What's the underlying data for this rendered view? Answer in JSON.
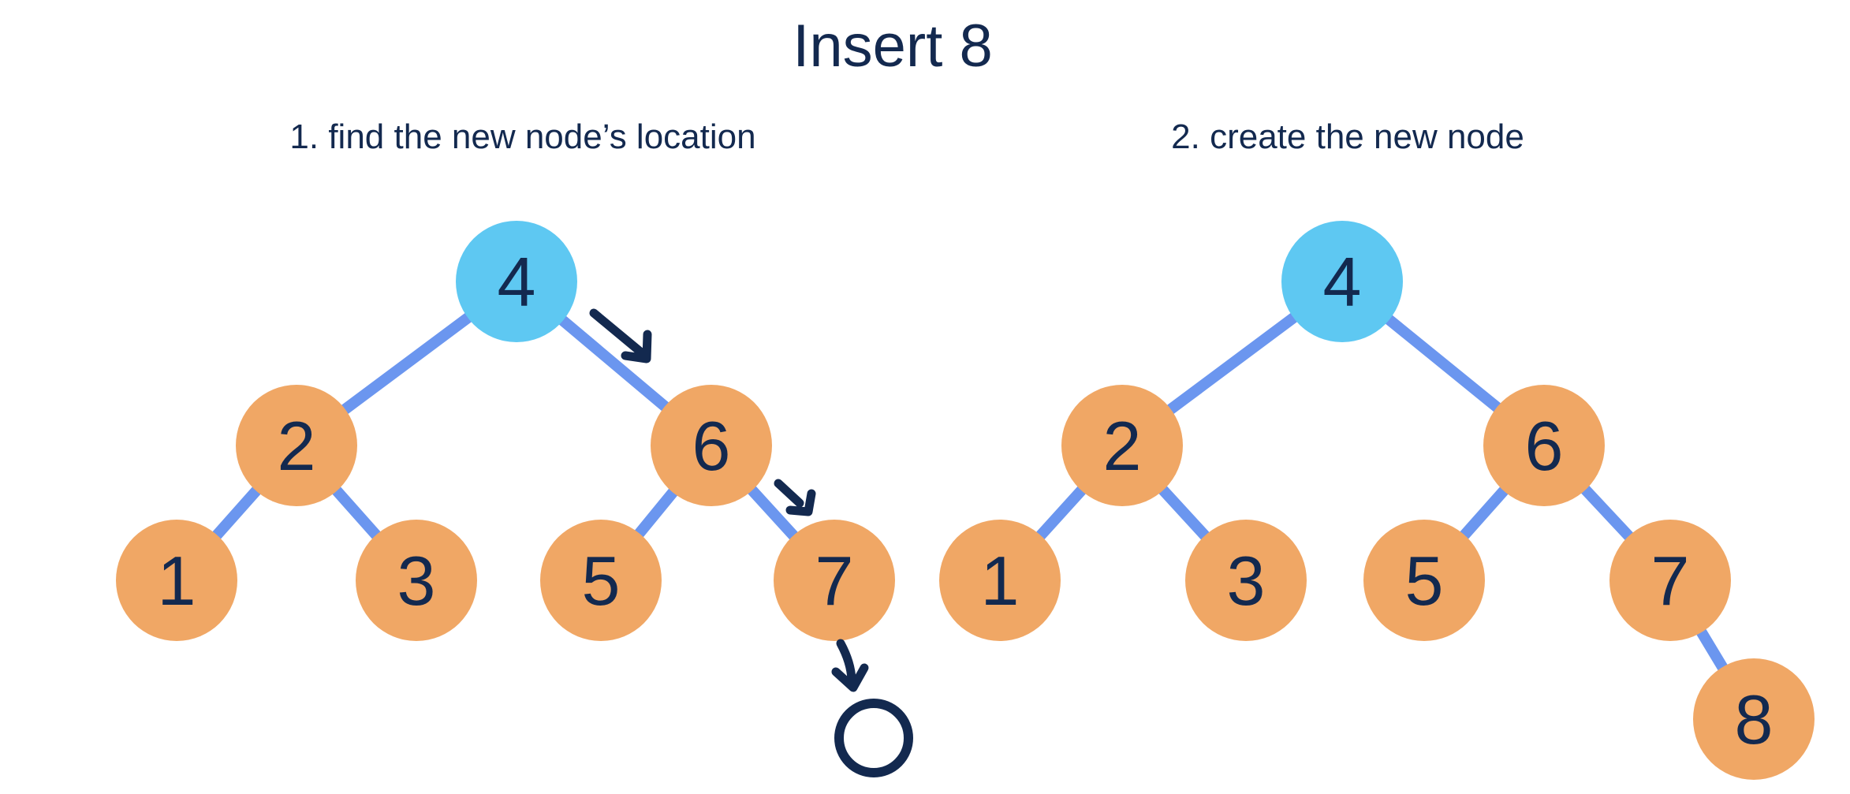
{
  "title": "Insert 8",
  "colors": {
    "background": "#ffffff",
    "ink": "#13294f",
    "node_fill": "#f0a765",
    "node_highlight_fill": "#5ec8f2",
    "edge": "#6b96ef"
  },
  "step1": {
    "label": "1. find the new node’s location",
    "tree": {
      "nodes": {
        "n4": "4",
        "n2": "2",
        "n6": "6",
        "n1": "1",
        "n3": "3",
        "n5": "5",
        "n7": "7"
      },
      "edges": [
        [
          "4",
          "2"
        ],
        [
          "4",
          "6"
        ],
        [
          "2",
          "1"
        ],
        [
          "2",
          "3"
        ],
        [
          "6",
          "5"
        ],
        [
          "6",
          "7"
        ]
      ],
      "highlighted_node": "4",
      "search_path": [
        "4",
        "6",
        "7"
      ],
      "has_empty_slot_placeholder": true
    }
  },
  "step2": {
    "label": "2. create the new node",
    "tree": {
      "nodes": {
        "n4": "4",
        "n2": "2",
        "n6": "6",
        "n1": "1",
        "n3": "3",
        "n5": "5",
        "n7": "7",
        "n8": "8"
      },
      "edges": [
        [
          "4",
          "2"
        ],
        [
          "4",
          "6"
        ],
        [
          "2",
          "1"
        ],
        [
          "2",
          "3"
        ],
        [
          "6",
          "5"
        ],
        [
          "6",
          "7"
        ],
        [
          "7",
          "8"
        ]
      ],
      "highlighted_node": "4",
      "new_node": "8"
    }
  }
}
